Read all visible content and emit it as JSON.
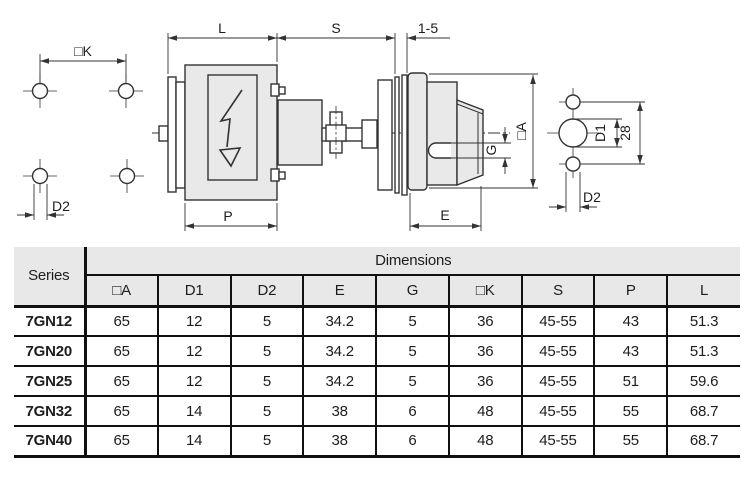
{
  "drawing": {
    "labels": {
      "L": "L",
      "S": "S",
      "range_1_5": "1-5",
      "K": "□K",
      "D2_left": "D2",
      "P": "P",
      "E": "E",
      "G": "G",
      "A": "□A",
      "D1": "D1",
      "h28": "28",
      "D2_right": "D2"
    }
  },
  "table": {
    "series_header": "Series",
    "group_header": "Dimensions",
    "columns": [
      "□A",
      "D1",
      "D2",
      "E",
      "G",
      "□K",
      "S",
      "P",
      "L"
    ],
    "rows": [
      {
        "series": "7GN12",
        "values": [
          "65",
          "12",
          "5",
          "34.2",
          "5",
          "36",
          "45-55",
          "43",
          "51.3"
        ]
      },
      {
        "series": "7GN20",
        "values": [
          "65",
          "12",
          "5",
          "34.2",
          "5",
          "36",
          "45-55",
          "43",
          "51.3"
        ]
      },
      {
        "series": "7GN25",
        "values": [
          "65",
          "12",
          "5",
          "34.2",
          "5",
          "36",
          "45-55",
          "51",
          "59.6"
        ]
      },
      {
        "series": "7GN32",
        "values": [
          "65",
          "14",
          "5",
          "38",
          "6",
          "48",
          "45-55",
          "55",
          "68.7"
        ]
      },
      {
        "series": "7GN40",
        "values": [
          "65",
          "14",
          "5",
          "38",
          "6",
          "48",
          "45-55",
          "55",
          "68.7"
        ]
      }
    ]
  },
  "colors": {
    "line": "#333333",
    "body_fill": "#e9e9e9",
    "table_header_bg": "#e8e8e8",
    "border": "#111111"
  }
}
